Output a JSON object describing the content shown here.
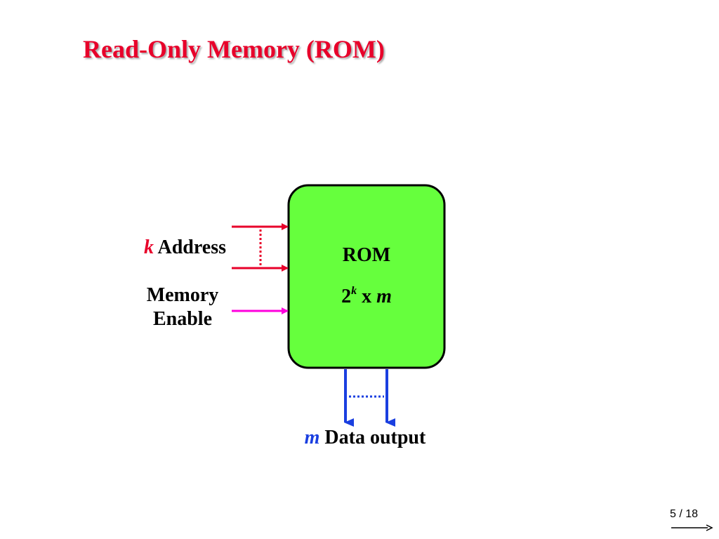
{
  "slide": {
    "title": "Read-Only Memory (ROM)",
    "page_number": "5 / 18"
  },
  "diagram": {
    "block": {
      "name": "ROM",
      "size_base": "2",
      "size_exponent": "k",
      "size_mid": " x ",
      "size_var": "m",
      "fill_color": "#66ff3d"
    },
    "inputs": {
      "address_var": "k",
      "address_text": " Address",
      "enable_line1": "Memory",
      "enable_line2": "Enable"
    },
    "output": {
      "var": "m",
      "text": " Data output"
    },
    "colors": {
      "title": "#e8002a",
      "address_arrows": "#e8002a",
      "enable_arrow": "#ff00dd",
      "output_arrows": "#1a3fe0"
    }
  }
}
